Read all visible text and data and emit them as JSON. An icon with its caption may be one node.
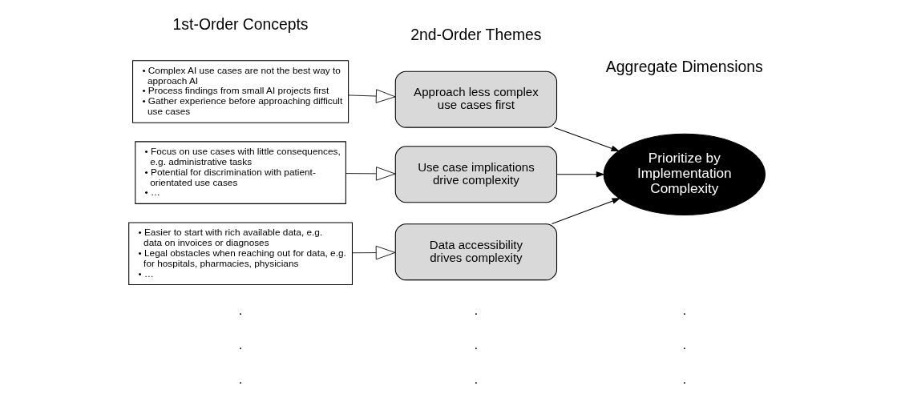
{
  "diagram": {
    "nodes": [
      {
        "text": [
          "• Complex AI use cases are not the best way to approach AI",
          "• Process findings from small AI projects first",
          "• Gather experience before approaching difficult use cases"
        ]
      },
      {
        "text": [
          "• Focus on use cases with little consequences, e.g. administrative tasks",
          "• Potential for discrimination with patient-orientated use cases",
          "• …"
        ]
      },
      {
        "text": [
          "• Easier to start with rich available data, e.g. data on invoices or diagnoses",
          "• Legal obstacles when reaching out for data, e.g. for hospitals, pharmacies, physicians",
          "• …"
        ]
      },
      {
        "text": [
          "Approach less complex use cases first"
        ]
      },
      {
        "text": [
          "Use case implications drive complexity"
        ]
      },
      {
        "text": [
          "Data accessibility drives complexity"
        ]
      },
      {
        "text": [
          "Prioritize by Implementation Complexity"
        ]
      }
    ],
    "edges": [
      {
        "from": 0,
        "to": 3,
        "arrow": "to"
      },
      {
        "from": 1,
        "to": 4,
        "arrow": "to"
      },
      {
        "from": 2,
        "to": 5,
        "arrow": "to"
      },
      {
        "from": 3,
        "to": 6,
        "arrow": "to"
      },
      {
        "from": 4,
        "to": 6,
        "arrow": "to"
      },
      {
        "from": 5,
        "to": 6,
        "arrow": "to"
      }
    ],
    "labels": [
      "1st-Order Concepts",
      "2nd-Order Themes",
      "Aggregate Dimensions",
      ".",
      ".",
      ".",
      ".",
      ".",
      ".",
      ".",
      ".",
      "."
    ]
  }
}
